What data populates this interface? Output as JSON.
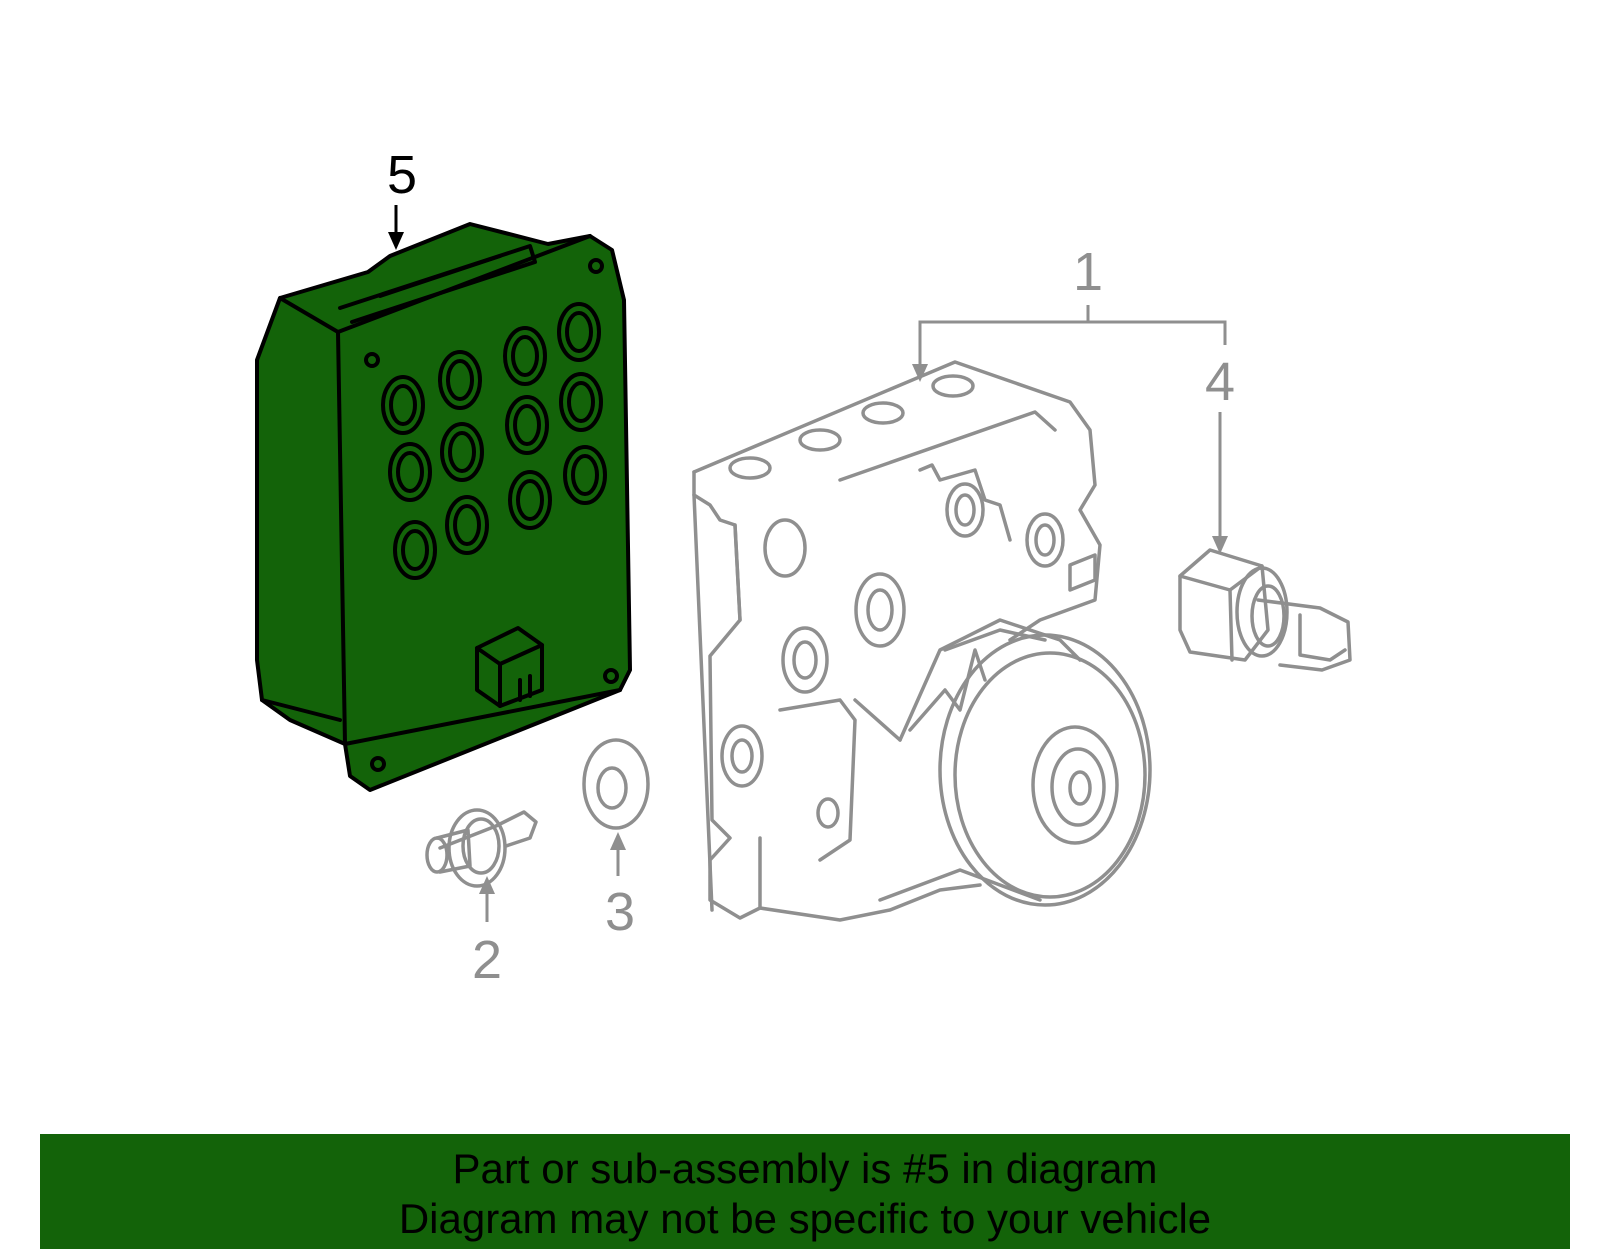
{
  "colors": {
    "highlight_part": "#136309",
    "banner_background": "#136309",
    "callout_active": "#000000",
    "callout_inactive": "#8f8f8f"
  },
  "callouts": {
    "part_1": "1",
    "part_2": "2",
    "part_3": "3",
    "part_4": "4",
    "part_5": "5"
  },
  "banner": {
    "line1": "Part or sub-assembly is #5 in diagram",
    "line2": "Diagram may not be specific to your vehicle"
  }
}
